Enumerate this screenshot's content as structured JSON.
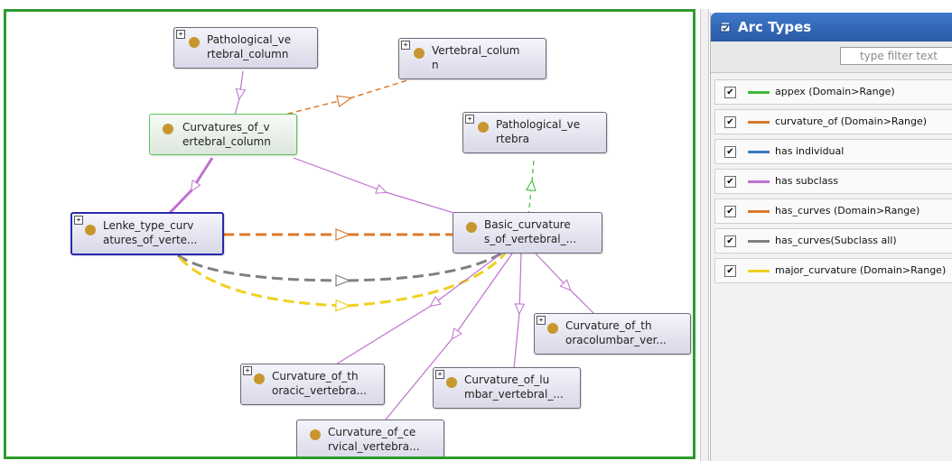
{
  "graph": {
    "nodes": {
      "pathological_vertebral_column": {
        "label_line1": "Pathological_ve",
        "label_line2": "rtebral_column"
      },
      "vertebral_column": {
        "label_line1": "Vertebral_colum",
        "label_line2": "n"
      },
      "curvatures_of_vertebral_column": {
        "label_line1": "Curvatures_of_v",
        "label_line2": "ertebral_column"
      },
      "pathological_vertebra": {
        "label_line1": "Pathological_ve",
        "label_line2": "rtebra"
      },
      "lenke_type_curvatures": {
        "label_line1": "Lenke_type_curv",
        "label_line2": "atures_of_verte..."
      },
      "basic_curvatures": {
        "label_line1": "Basic_curvature",
        "label_line2": "s_of_vertebral_..."
      },
      "curvature_thoracolumbar": {
        "label_line1": "Curvature_of_th",
        "label_line2": "oracolumbar_ver..."
      },
      "curvature_thoracic": {
        "label_line1": "Curvature_of_th",
        "label_line2": "oracic_vertebra..."
      },
      "curvature_lumbar": {
        "label_line1": "Curvature_of_lu",
        "label_line2": "mbar_vertebral_..."
      },
      "curvature_cervical": {
        "label_line1": "Curvature_of_ce",
        "label_line2": "rvical_vertebra..."
      }
    }
  },
  "arc_panel": {
    "title": "Arc Types",
    "filter_placeholder": "type filter text",
    "items": [
      {
        "label": "appex (Domain>Range)",
        "color": "#3cb83c",
        "checked": true
      },
      {
        "label": "curvature_of (Domain>Range)",
        "color": "#d87a30",
        "checked": true
      },
      {
        "label": "has individual",
        "color": "#3a7ac0",
        "checked": true
      },
      {
        "label": "has subclass",
        "color": "#c070d0",
        "checked": true
      },
      {
        "label": "has_curves (Domain>Range)",
        "color": "#d87a30",
        "checked": true
      },
      {
        "label": "has_curves(Subclass all)",
        "color": "#808080",
        "checked": true
      },
      {
        "label": "major_curvature (Domain>Range)",
        "color": "#f0d020",
        "checked": true
      }
    ]
  },
  "colors": {
    "subclass": "#c070d0",
    "appex": "#3cb83c",
    "curvature_of": "#d87a30",
    "has_curves": "#d87a30",
    "has_curves_subclass_all": "#808080",
    "major_curvature": "#f0d020",
    "node_dot": "#c8962e"
  }
}
